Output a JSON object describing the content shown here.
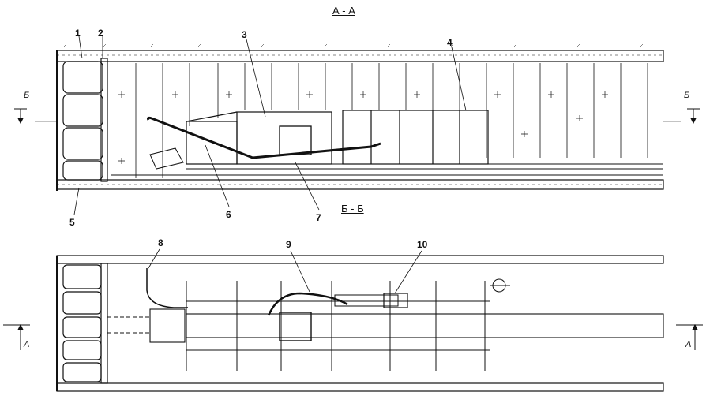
{
  "titles": {
    "section_aa": "А - А",
    "section_bb": "Б - Б"
  },
  "cut_marks": {
    "b_left": "Б",
    "b_right": "Б",
    "a_left": "А",
    "a_right": "А"
  },
  "callouts": [
    "1",
    "2",
    "3",
    "4",
    "5",
    "6",
    "7",
    "8",
    "9",
    "10"
  ],
  "colors": {
    "ink": "#111111",
    "paper": "#ffffff"
  }
}
